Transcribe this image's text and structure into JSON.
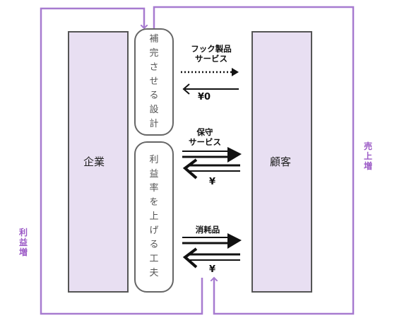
{
  "nodes": {
    "company": "企業",
    "customer": "顧客"
  },
  "pills": {
    "top": [
      "補",
      "完",
      "さ",
      "せ",
      "る",
      "設",
      "計"
    ],
    "bottom": [
      "利",
      "益",
      "率",
      "を",
      "上",
      "げ",
      "る",
      "工",
      "夫"
    ]
  },
  "flows": {
    "hook_product": [
      "フック製品",
      "サービス"
    ],
    "hook_price": "¥0",
    "maintenance": [
      "保守",
      "サービス"
    ],
    "maintenance_price": "¥",
    "consumables": "消耗品",
    "consumables_price": "¥"
  },
  "loops": {
    "left": [
      "利",
      "益",
      "増"
    ],
    "right": [
      "売",
      "上",
      "増"
    ]
  },
  "colors": {
    "box_fill": "#e8dff2",
    "loop_line": "#a77bd0",
    "side_text": "#9b59c6"
  }
}
